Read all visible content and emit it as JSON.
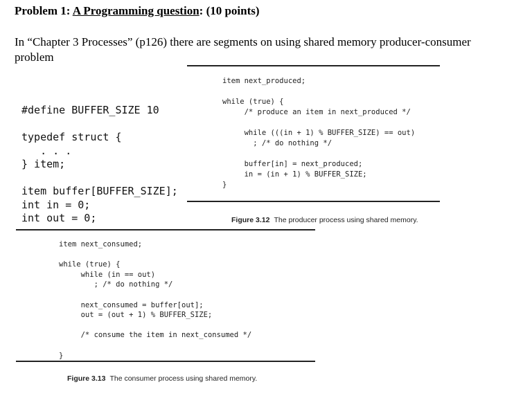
{
  "problem": {
    "label": "Problem 1:",
    "title": "A Programming question",
    "points": ": (10 points)"
  },
  "intro": "In “Chapter 3 Processes” (p126) there are segments on using shared memory producer-consumer problem",
  "shared_code": {
    "lines": [
      "#define BUFFER_SIZE 10",
      "",
      "typedef struct {",
      "   . . .",
      "} item;",
      "",
      "item buffer[BUFFER_SIZE];",
      "int in = 0;",
      "int out = 0;"
    ]
  },
  "producer": {
    "lines": [
      "item next_produced;",
      "",
      "while (true) {",
      "     /* produce an item in next_produced */",
      "",
      "     while (((in + 1) % BUFFER_SIZE) == out)",
      "       ; /* do nothing */",
      "",
      "     buffer[in] = next_produced;",
      "     in = (in + 1) % BUFFER_SIZE;",
      "}"
    ],
    "caption_label": "Figure 3.12",
    "caption_text": "The producer process using shared memory."
  },
  "consumer": {
    "lines": [
      "item next_consumed;",
      "",
      "while (true) {",
      "     while (in == out)",
      "        ; /* do nothing */",
      "",
      "     next_consumed = buffer[out];",
      "     out = (out + 1) % BUFFER_SIZE;",
      "",
      "     /* consume the item in next_consumed */",
      "",
      "}"
    ],
    "caption_label": "Figure 3.13",
    "caption_text": "The consumer process using shared memory."
  }
}
